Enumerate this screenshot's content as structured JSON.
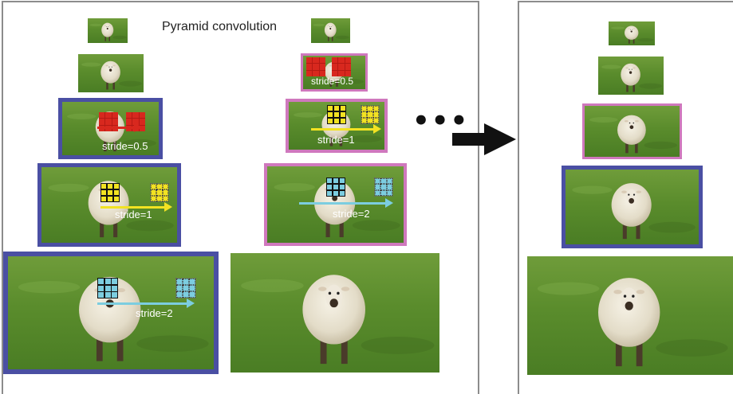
{
  "title": "Pyramid convolution",
  "strides": {
    "s05_left": "stride=0.5",
    "s1_left": "stride=1",
    "s2_left": "stride=2",
    "s05_right": "stride=0.5",
    "s1_right": "stride=1",
    "s2_right": "stride=2"
  },
  "ellipsis": "•••",
  "colors": {
    "blue_frame": "#4a4fa3",
    "pink_frame": "#cf78bd",
    "panel_border": "#8c8c8c",
    "yellow_kernel": "#f2e222",
    "cyan_kernel": "#7ccde0",
    "red_kernel": "#d8281e",
    "grass": "#5a8f2e",
    "sheep_wool": "#ece6d6"
  },
  "icons": {
    "big_arrow": "right-arrow-icon",
    "kernel": "grid-3x3-icon"
  }
}
